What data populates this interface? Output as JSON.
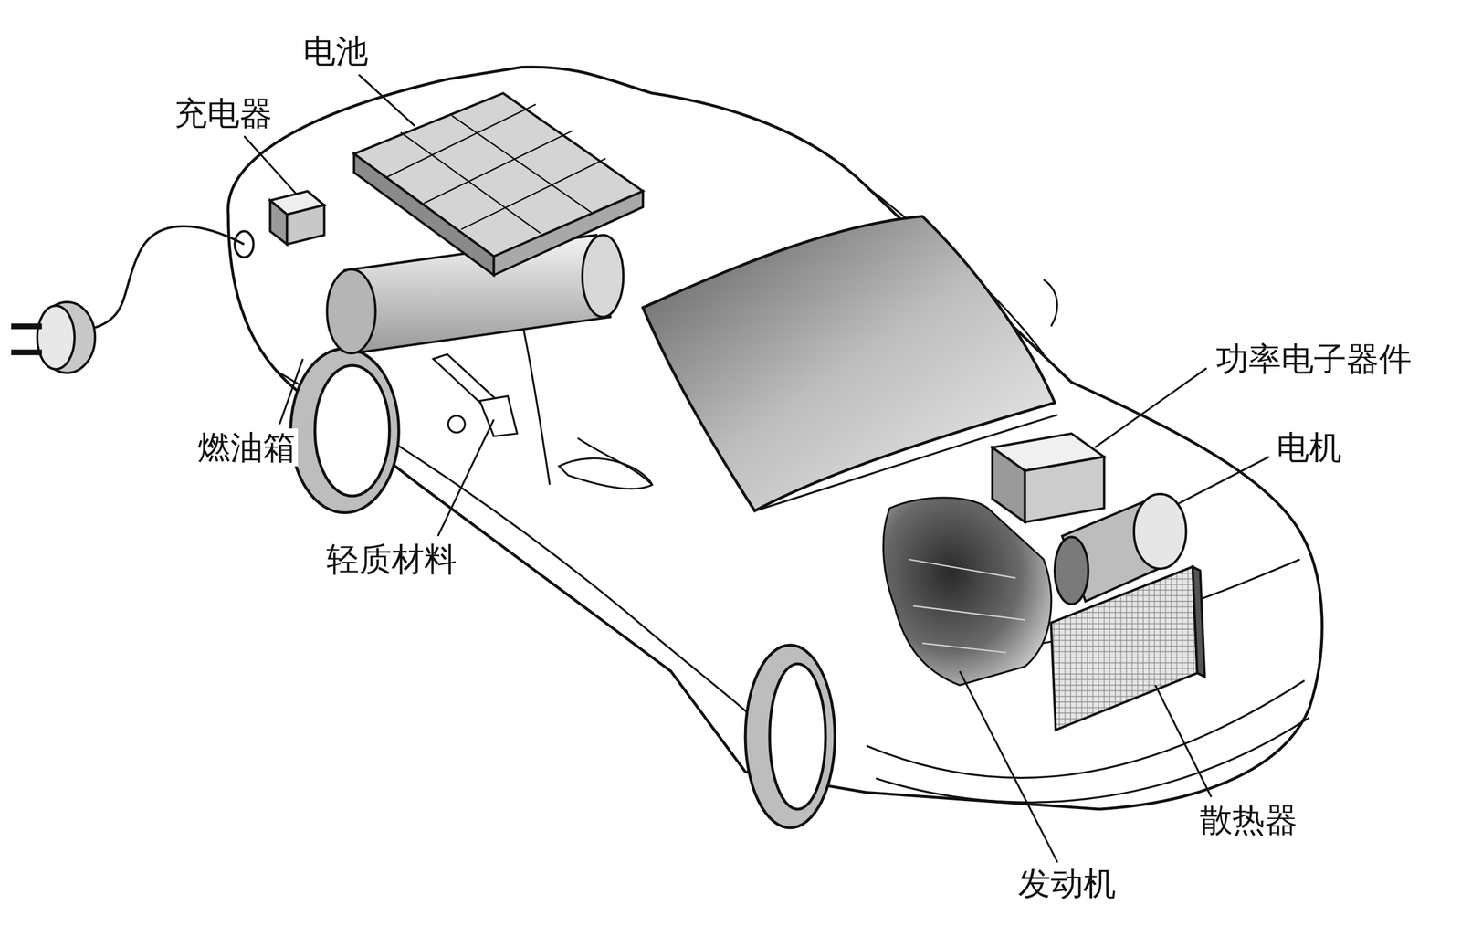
{
  "diagram": {
    "labels": [
      "电池",
      "充电器",
      "燃油箱",
      "轻质材料",
      "功率电子器件",
      "电机",
      "散热器",
      "发动机"
    ]
  }
}
